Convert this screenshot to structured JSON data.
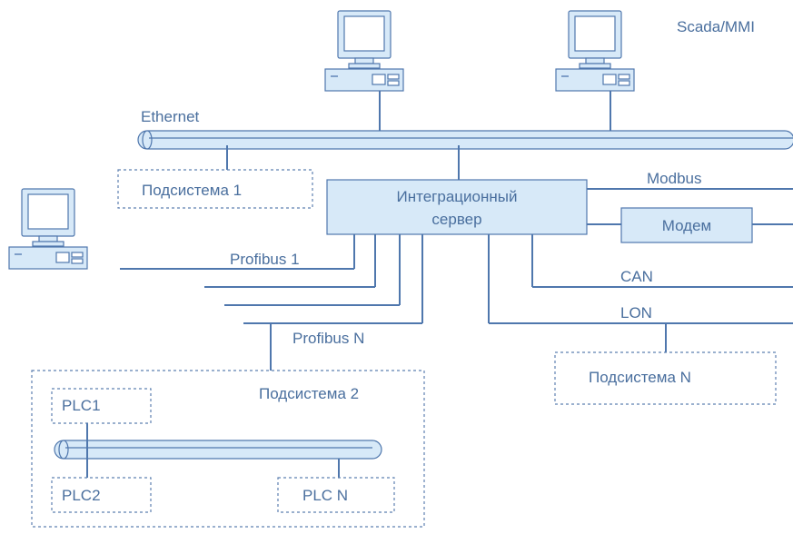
{
  "labels": {
    "scada": "Scada/MMI",
    "ethernet": "Ethernet",
    "subsystem1": "Подсистема 1",
    "integration_server_line1": "Интеграционный",
    "integration_server_line2": "сервер",
    "modbus": "Modbus",
    "modem": "Модем",
    "profibus1": "Profibus 1",
    "can": "CAN",
    "lon": "LON",
    "profibusN": "Profibus N",
    "subsystemN": "Подсистема N",
    "subsystem2": "Подсистема 2",
    "plc1": "PLC1",
    "plc2": "PLC2",
    "plcN": "PLC N"
  },
  "icons": [
    "computer-icon",
    "computer-icon",
    "computer-icon"
  ],
  "colors": {
    "line": "#4f77ad",
    "fill": "#d7e9f8",
    "text": "#4a6f9e"
  }
}
